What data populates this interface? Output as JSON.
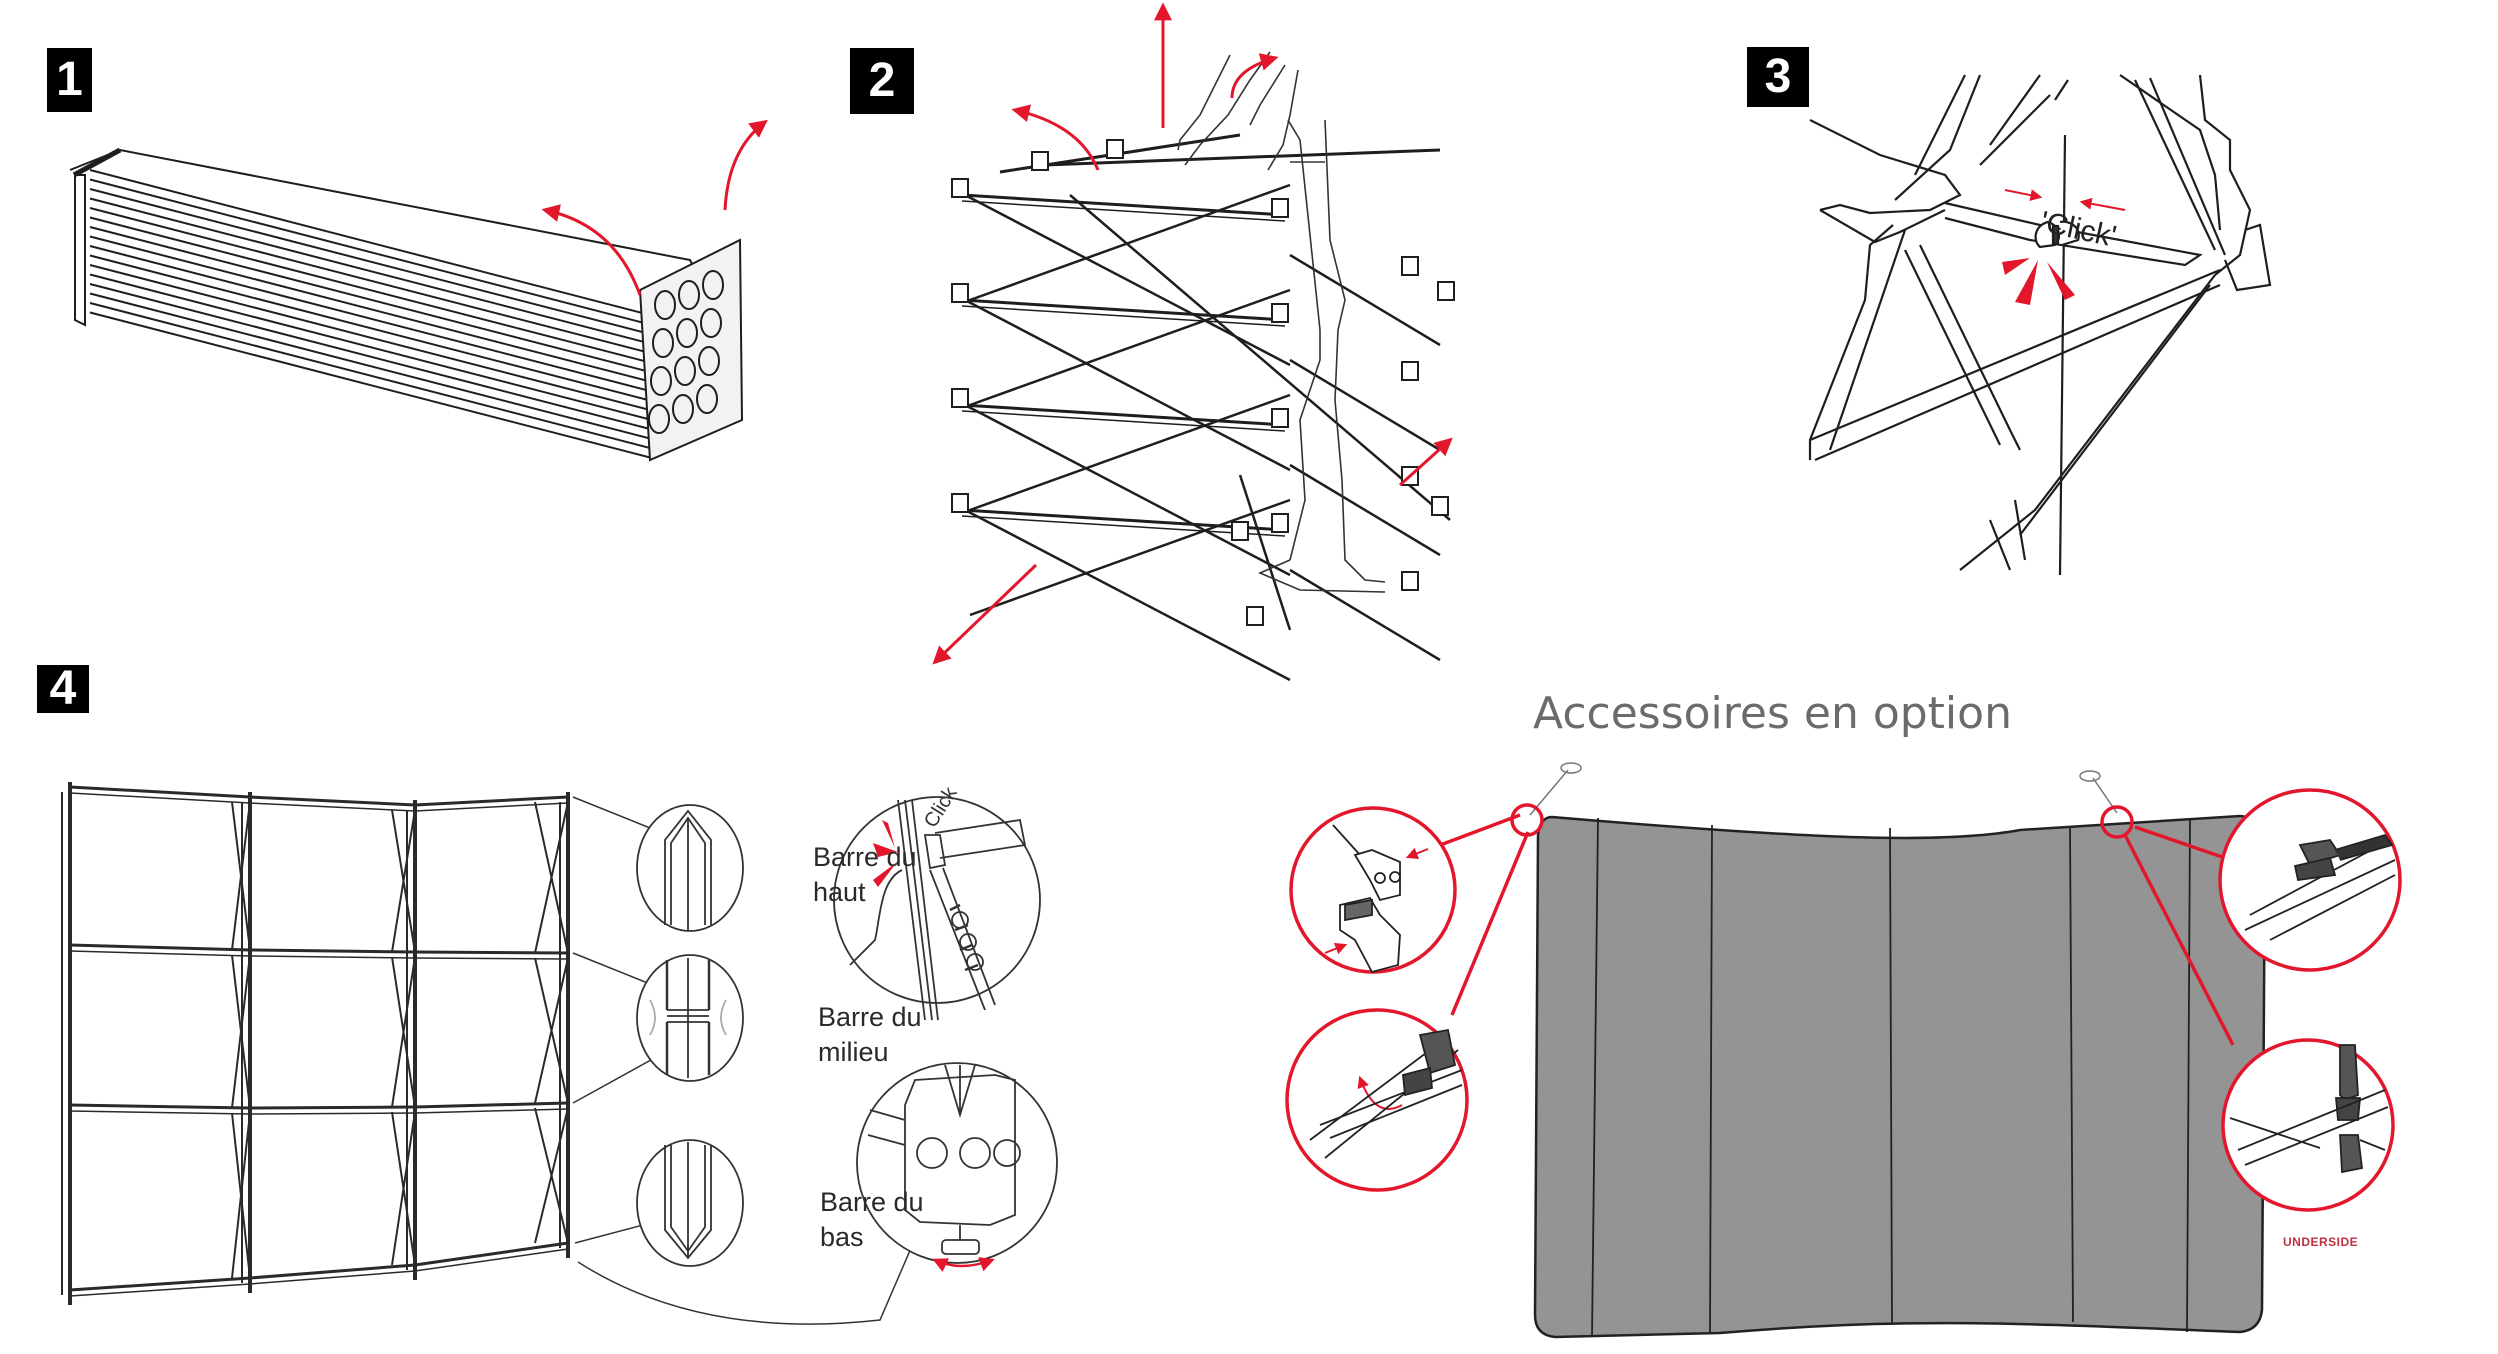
{
  "steps": [
    {
      "number": "1",
      "description": "folded-frame"
    },
    {
      "number": "2",
      "description": "expanding-frame"
    },
    {
      "number": "3",
      "description": "lock-connector"
    },
    {
      "number": "4",
      "description": "assembled-frame"
    }
  ],
  "step3": {
    "click_label": "'Click'"
  },
  "step4": {
    "labels": {
      "top_bar": [
        "Barre du",
        "haut"
      ],
      "middle_bar": [
        "Barre du",
        "milieu"
      ],
      "bottom_bar": [
        "Barre du",
        "bas"
      ]
    },
    "click_label": "Click"
  },
  "accessories": {
    "title": "Accessoires en option",
    "underside_label": "UNDERSIDE"
  },
  "colors": {
    "accent_red": "#e3172b",
    "banner_gray": "#949494",
    "line": "#222222",
    "badge_bg": "#000000",
    "title_gray": "#6b6b6b"
  }
}
